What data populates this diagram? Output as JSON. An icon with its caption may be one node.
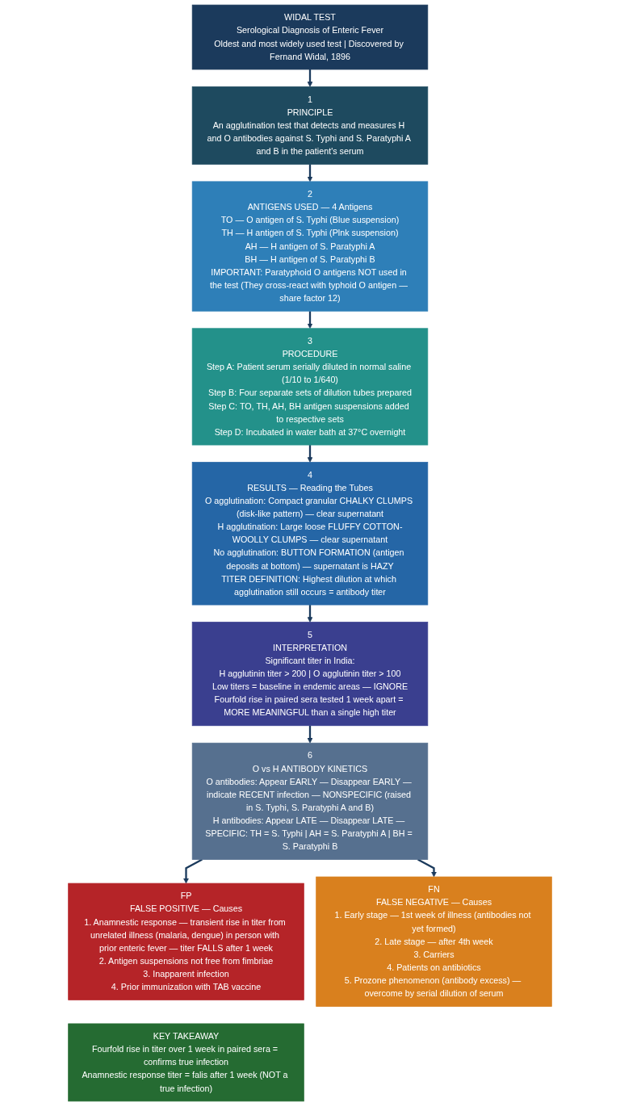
{
  "diagram": {
    "nodes": [
      {
        "text": [
          "WIDAL TEST",
          "Serological Diagnosis of Enteric Fever",
          "Oldest and most widely used test | Discovered by Fernand Widal, 1896"
        ]
      },
      {
        "text": [
          "1",
          "PRINCIPLE",
          "An agglutination test that detects and measures H and O antibodies against S. Typhi and S. Paratyphi A and B in the patient's serum"
        ]
      },
      {
        "text": [
          "2",
          "ANTIGENS USED — 4 Antigens",
          "TO — O antigen of S. Typhi (Blue suspension)",
          "TH — H antigen of S. Typhi (Plnk suspension)",
          "AH — H antigen of S. Paratyphi A",
          "BH — H antigen of S. Paratyphi B",
          "IMPORTANT: Paratyphoid O antigens NOT used in the test (They cross-react with typhoid O antigen — share factor 12)"
        ]
      },
      {
        "text": [
          "3",
          "PROCEDURE",
          "Step A: Patient serum serially diluted in normal saline (1/10 to 1/640)",
          "Step B: Four separate sets of dilution tubes prepared",
          "Step C: TO, TH, AH, BH antigen suspensions added to respective sets",
          "Step D: Incubated in water bath at 37°C overnight"
        ]
      },
      {
        "text": [
          "4",
          "RESULTS — Reading the Tubes",
          "O agglutination: Compact granular CHALKY CLUMPS (disk-like pattern) — clear supernatant",
          "H agglutination: Large loose FLUFFY COTTON-WOOLLY CLUMPS — clear supernatant",
          "No agglutination: BUTTON FORMATION (antigen deposits at bottom) — supernatant is HAZY",
          "TITER DEFINITION: Highest dilution at which agglutination still occurs = antibody titer"
        ]
      },
      {
        "text": [
          "5",
          "INTERPRETATION",
          "Significant titer in India:",
          "H agglutinin titer > 200 | O agglutinin titer > 100",
          "Low titers = baseline in endemic areas — IGNORE",
          "Fourfold rise in paired sera tested 1 week apart = MORE MEANINGFUL than a single high titer"
        ]
      },
      {
        "text": [
          "6",
          "O vs H ANTIBODY KINETICS",
          "O antibodies: Appear EARLY — Disappear EARLY — indicate RECENT infection — NONSPECIFIC (raised in S. Typhi, S. Paratyphi A and B)",
          "H antibodies: Appear LATE — Disappear LATE — SPECIFIC: TH = S. Typhi | AH = S. Paratyphi A | BH = S. Paratyphi B"
        ]
      },
      {
        "text": [
          "FP",
          "FALSE POSITIVE — Causes",
          "1. Anamnestic response — transient rise in titer from unrelated illness (malaria, dengue) in person with prior enteric fever — titer FALLS after 1 week",
          "2. Antigen suspensions not free from fimbriae",
          "3. Inapparent infection",
          "4. Prior immunization with TAB vaccine"
        ]
      },
      {
        "text": [
          "FN",
          "FALSE NEGATIVE — Causes",
          "1. Early stage — 1st week of illness (antibodies not yet formed)",
          "2. Late stage — after 4th week",
          "3. Carriers",
          "4. Patients on antibiotics",
          "5. Prozone phenomenon (antibody excess) — overcome by serial dilution of serum"
        ]
      },
      {
        "text": [
          "KEY TAKEAWAY",
          "Fourfold rise in titer over 1 week in paired sera = confirms true infection",
          "Anamnestic response titer = falis after 1 week (NOT a true infection)"
        ]
      }
    ],
    "edges": [
      {
        "from": 0,
        "to": 1,
        "arrow": "to"
      },
      {
        "from": 1,
        "to": 2,
        "arrow": "to"
      },
      {
        "from": 2,
        "to": 3,
        "arrow": "to"
      },
      {
        "from": 3,
        "to": 4,
        "arrow": "to"
      },
      {
        "from": 4,
        "to": 5,
        "arrow": "to"
      },
      {
        "from": 5,
        "to": 6,
        "arrow": "to"
      },
      {
        "from": 6,
        "to": 7,
        "arrow": "to"
      },
      {
        "from": 6,
        "to": 8,
        "arrow": "to"
      }
    ]
  }
}
